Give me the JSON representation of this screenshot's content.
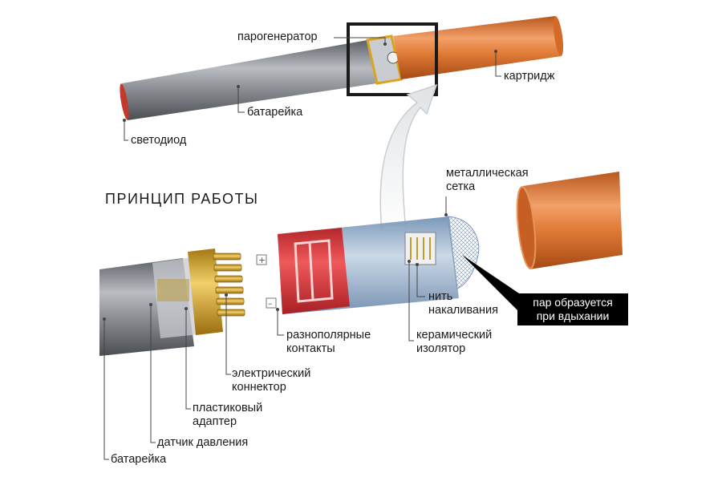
{
  "title": "ПРИНЦИП  РАБОТЫ",
  "labels": {
    "vapor_generator": "парогенератор",
    "cartridge": "картридж",
    "battery_top": "батарейка",
    "led": "светодиод",
    "metal_mesh": [
      "металлическая",
      "сетка"
    ],
    "filament": [
      "нить",
      "накаливания"
    ],
    "vapor_note": [
      "пар образуется",
      "при вдыхании"
    ],
    "bipolar_contacts": [
      "разнополярные",
      "контакты"
    ],
    "ceramic_insulator": [
      "керамический",
      "изолятор"
    ],
    "electric_connector": [
      "электрический",
      "коннектор"
    ],
    "plastic_adapter": [
      "пластиковый",
      "адаптер"
    ],
    "pressure_sensor": "датчик давления",
    "battery_bottom": "батарейка"
  },
  "colors": {
    "cartridge_orange": "#e07a36",
    "battery_gray": "#8a8e93",
    "brass": "#d9a521",
    "contact_red": "#d83a3a",
    "atomizer_blue": "#9fb7d0",
    "callout_bg": "#000000"
  }
}
